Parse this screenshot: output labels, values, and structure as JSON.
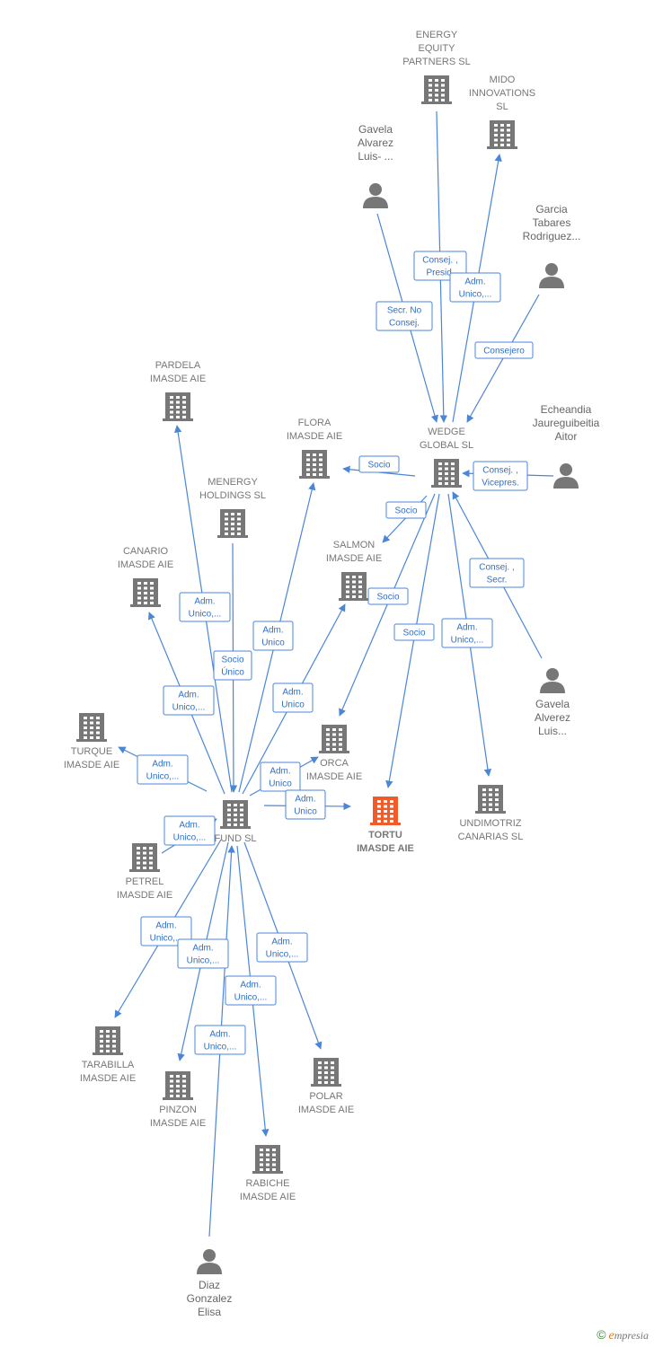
{
  "colors": {
    "company": "#777777",
    "focus": "#f15a29",
    "person": "#777777",
    "edge": "#4a86d8",
    "edge_text": "#2f6fc4"
  },
  "nodes": [
    {
      "id": "energy",
      "type": "company",
      "lines": [
        "ENERGY",
        "EQUITY",
        "PARTNERS SL"
      ]
    },
    {
      "id": "mido",
      "type": "company",
      "lines": [
        "MIDO",
        "INNOVATIONS",
        "SL"
      ]
    },
    {
      "id": "gavela1",
      "type": "person",
      "lines": [
        "Gavela",
        "Alvarez",
        "Luis- ..."
      ]
    },
    {
      "id": "garcia",
      "type": "person",
      "lines": [
        "Garcia",
        "Tabares",
        "Rodriguez..."
      ]
    },
    {
      "id": "pardela",
      "type": "company",
      "lines": [
        "PARDELA",
        "IMASDE AIE"
      ]
    },
    {
      "id": "flora",
      "type": "company",
      "lines": [
        "FLORA",
        "IMASDE AIE"
      ]
    },
    {
      "id": "wedge",
      "type": "company",
      "lines": [
        "WEDGE",
        "GLOBAL SL"
      ]
    },
    {
      "id": "echeandia",
      "type": "person",
      "lines": [
        "Echeandia",
        "Jaureguibeitia",
        "Aitor"
      ]
    },
    {
      "id": "menergy",
      "type": "company",
      "lines": [
        "MENERGY",
        "HOLDINGS SL"
      ]
    },
    {
      "id": "canario",
      "type": "company",
      "lines": [
        "CANARIO",
        "IMASDE AIE"
      ]
    },
    {
      "id": "salmon",
      "type": "company",
      "lines": [
        "SALMON",
        "IMASDE AIE"
      ]
    },
    {
      "id": "gavela2",
      "type": "person",
      "lines": [
        "Gavela",
        "Alverez",
        "Luis..."
      ]
    },
    {
      "id": "turque",
      "type": "company",
      "lines": [
        "TURQUE",
        "IMASDE AIE"
      ]
    },
    {
      "id": "orca",
      "type": "company",
      "lines": [
        "ORCA",
        "IMASDE AIE"
      ]
    },
    {
      "id": "tortu",
      "type": "focus",
      "lines": [
        "TORTU",
        "IMASDE AIE"
      ]
    },
    {
      "id": "undimotriz",
      "type": "company",
      "lines": [
        "UNDIMOTRIZ",
        "CANARIAS SL"
      ]
    },
    {
      "id": "fund",
      "type": "company",
      "lines": [
        "FUND SL"
      ]
    },
    {
      "id": "petrel",
      "type": "company",
      "lines": [
        "PETREL",
        "IMASDE AIE"
      ]
    },
    {
      "id": "tarabilla",
      "type": "company",
      "lines": [
        "TARABILLA",
        "IMASDE AIE"
      ]
    },
    {
      "id": "pinzon",
      "type": "company",
      "lines": [
        "PINZON",
        "IMASDE AIE"
      ]
    },
    {
      "id": "polar",
      "type": "company",
      "lines": [
        "POLAR",
        "IMASDE AIE"
      ]
    },
    {
      "id": "rabiche",
      "type": "company",
      "lines": [
        "RABICHE",
        "IMASDE AIE"
      ]
    },
    {
      "id": "diaz",
      "type": "person",
      "lines": [
        "Diaz",
        "Gonzalez",
        "Elisa"
      ]
    }
  ],
  "edges": [
    {
      "from": "energy",
      "to": "wedge",
      "label": [
        "Consej. ,",
        "Presid."
      ]
    },
    {
      "from": "wedge",
      "to": "mido",
      "label": [
        "Adm.",
        "Unico,..."
      ]
    },
    {
      "from": "gavela1",
      "to": "wedge",
      "label": [
        "Secr. No",
        "Consej."
      ]
    },
    {
      "from": "garcia",
      "to": "wedge",
      "label": [
        "Consejero"
      ]
    },
    {
      "from": "echeandia",
      "to": "wedge",
      "label": [
        "Consej. ,",
        "Vicepres."
      ]
    },
    {
      "from": "wedge",
      "to": "flora",
      "label": [
        "Socio"
      ]
    },
    {
      "from": "wedge",
      "to": "salmon",
      "label": [
        "Socio"
      ]
    },
    {
      "from": "wedge",
      "to": "orca",
      "label": [
        "Socio"
      ]
    },
    {
      "from": "wedge",
      "to": "tortu",
      "label": [
        "Socio"
      ]
    },
    {
      "from": "wedge",
      "to": "undimotriz",
      "label": [
        "Adm.",
        "Unico,..."
      ]
    },
    {
      "from": "gavela2",
      "to": "wedge",
      "label": [
        "Consej. ,",
        "Secr."
      ]
    },
    {
      "from": "fund",
      "to": "pardela",
      "label": [
        "Adm.",
        "Unico,..."
      ]
    },
    {
      "from": "fund",
      "to": "flora",
      "label": [
        "Adm.",
        "Unico"
      ]
    },
    {
      "from": "menergy",
      "to": "fund",
      "label": [
        "Socio",
        "Único"
      ]
    },
    {
      "from": "fund",
      "to": "canario",
      "label": [
        "Adm.",
        "Unico,..."
      ]
    },
    {
      "from": "fund",
      "to": "salmon",
      "label": [
        "Adm.",
        "Unico"
      ]
    },
    {
      "from": "fund",
      "to": "turque",
      "label": [
        "Adm.",
        "Unico,..."
      ]
    },
    {
      "from": "fund",
      "to": "orca",
      "label": [
        "Adm.",
        "Unico"
      ]
    },
    {
      "from": "fund",
      "to": "tortu",
      "label": [
        "Adm.",
        "Unico"
      ]
    },
    {
      "from": "petrel",
      "to": "fund",
      "label": [
        "Adm.",
        "Unico,..."
      ]
    },
    {
      "from": "fund",
      "to": "tarabilla",
      "label": [
        "Adm.",
        "Unico,..."
      ]
    },
    {
      "from": "fund",
      "to": "pinzon",
      "label": [
        "Adm.",
        "Unico,..."
      ]
    },
    {
      "from": "fund",
      "to": "polar",
      "label": [
        "Adm.",
        "Unico,..."
      ]
    },
    {
      "from": "fund",
      "to": "rabiche",
      "label": [
        "Adm.",
        "Unico,..."
      ]
    },
    {
      "from": "diaz",
      "to": "fund",
      "label": [
        "Adm.",
        "Unico,..."
      ]
    }
  ],
  "footer": {
    "copyright_symbol": "©",
    "brand_initial": "e",
    "brand_rest": "mpresia"
  }
}
